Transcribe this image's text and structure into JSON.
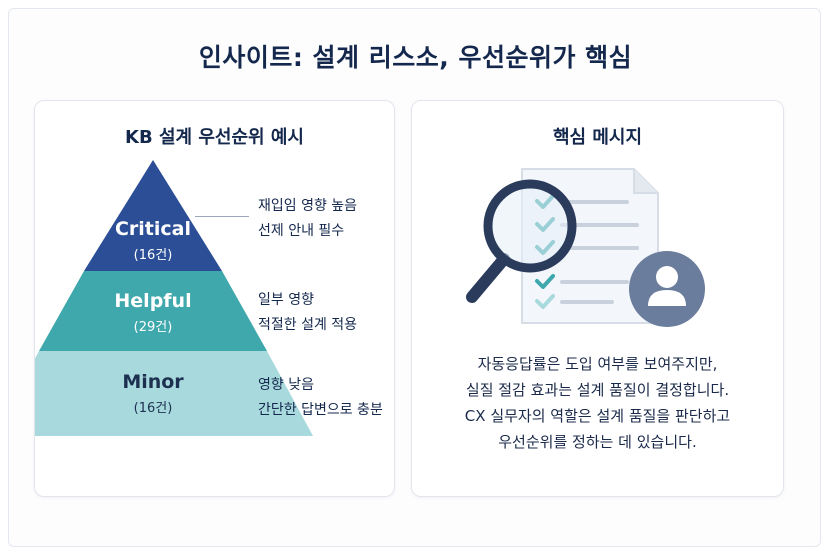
{
  "title": "인사이트: 설계 리스소, 우선순위가 핵심",
  "left_card": {
    "title": "KB 설계 우선순위 예시",
    "tiers": [
      {
        "name": "Critical",
        "count": "(16건)",
        "desc": [
          "재입임 영향 높음",
          "선제 안내 필수"
        ],
        "color": "#2b4e96"
      },
      {
        "name": "Helpful",
        "count": "(29건)",
        "desc": [
          "일부 영향",
          "적절한 설계 적용"
        ],
        "color": "#3fa8ad"
      },
      {
        "name": "Minor",
        "count": "(16건)",
        "desc": [
          "영향 낮음",
          "간단한 답변으로 충분"
        ],
        "color": "#a8dadd"
      }
    ]
  },
  "right_card": {
    "title": "핵심 메시지",
    "icon": "magnifier-document-user-icon",
    "message_lines": [
      "자동응답률은 도입 여부를 보여주지만,",
      "실질 절감 효과는 설계 품질이 결정합니다.",
      "CX 실무자의 역할은 설계 품질을 판단하고",
      "우선순위를 정하는 데 있습니다."
    ]
  }
}
